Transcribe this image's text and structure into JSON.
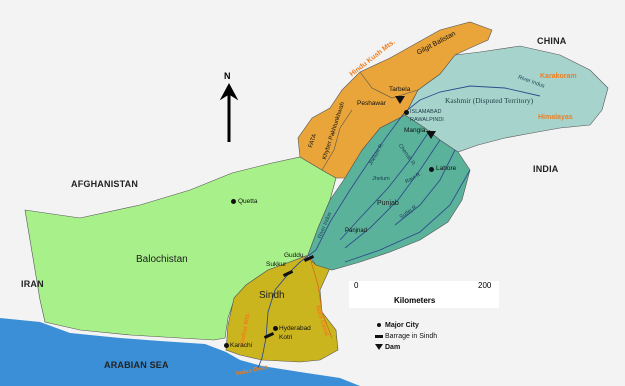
{
  "countries": {
    "china": "CHINA",
    "afghanistan": "AFGHANISTAN",
    "india": "INDIA",
    "iran": "IRAN",
    "sea": "ARABIAN SEA"
  },
  "provinces": {
    "balochistan": "Balochistan",
    "sindh": "Sindh",
    "punjab": "Punjab",
    "gilgit": "Gilgit Balistan",
    "kashmir": "Kashmir (Disputed Territory)",
    "fata": "FATA",
    "kp": "Khyber Pakhtunkhwah"
  },
  "mountains": {
    "hindu_kush": "Hindu Kush Mts.",
    "karakoram": "Karakoram",
    "himalayas": "Himalayas",
    "kirthar": "Kirthar Mts."
  },
  "cities": {
    "quetta": "Quetta",
    "peshawar": "Peshawar",
    "islamabad": "ISLAMABAD",
    "rawalpindi": "RAWALPINDI",
    "lahore": "Lahore",
    "karachi": "Karachi",
    "hyderabad": "Hyderabad",
    "kotri": "Kotri",
    "sukkur": "Sukkur",
    "guddu": "Guddu",
    "panjnad": "Panjnad",
    "tarbela": "Tarbela",
    "mangla": "Mangla"
  },
  "rivers": {
    "indus_north": "Indus",
    "river_prefix": "River",
    "river_indus": "River Indus",
    "jhelum": "Jhelum R.",
    "chenab": "Chenab R.",
    "jhelum2": "Jhelum",
    "ravi": "Ravi R.",
    "sutlej": "Sutlej R.",
    "nara": "Nara Canal",
    "indus_delta": "Indus Delta"
  },
  "north": "N",
  "scale": {
    "start": "0",
    "end": "200",
    "unit": "Kilometers"
  },
  "legend": {
    "city": "Major City",
    "barrage": "Barrage in Sindh",
    "dam": "Dam"
  },
  "colors": {
    "sea": "#3a8fd6",
    "balochistan": "#a8f08a",
    "sindh": "#cbb51f",
    "punjab": "#5ab29a",
    "kp": "#e9a53a",
    "kashmir": "#a7d3cd",
    "mountain_label": "#f07d1e"
  }
}
